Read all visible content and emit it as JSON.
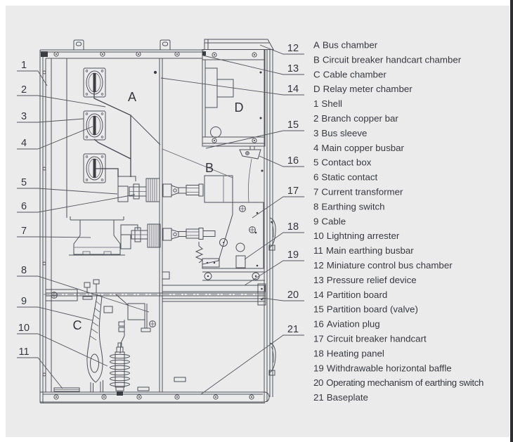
{
  "diagram": {
    "title_hint": "Switchgear cabinet cutaway diagram",
    "chambers": {
      "bus": "A",
      "breaker": "B",
      "cable": "C",
      "relay": "D"
    },
    "callouts_left": [
      "1",
      "2",
      "3",
      "4",
      "5",
      "6",
      "7",
      "8",
      "9",
      "10",
      "11"
    ],
    "callouts_right": [
      "12",
      "13",
      "14",
      "15",
      "16",
      "17",
      "18",
      "19",
      "20",
      "21"
    ]
  },
  "legend": {
    "items": [
      {
        "code": "A",
        "label": "Bus chamber"
      },
      {
        "code": "B",
        "label": "Circuit breaker handcart chamber"
      },
      {
        "code": "C",
        "label": "Cable chamber"
      },
      {
        "code": "D",
        "label": "Relay meter chamber"
      },
      {
        "code": "1",
        "label": "Shell"
      },
      {
        "code": "2",
        "label": "Branch copper bar"
      },
      {
        "code": "3",
        "label": "Bus sleeve"
      },
      {
        "code": "4",
        "label": "Main copper busbar"
      },
      {
        "code": "5",
        "label": "Contact box"
      },
      {
        "code": "6",
        "label": "Static contact"
      },
      {
        "code": "7",
        "label": "Current transformer"
      },
      {
        "code": "8",
        "label": "Earthing switch"
      },
      {
        "code": "9",
        "label": "Cable"
      },
      {
        "code": "10",
        "label": "Lightning arrester"
      },
      {
        "code": "11",
        "label": "Main earthing busbar"
      },
      {
        "code": "12",
        "label": "Miniature control bus chamber"
      },
      {
        "code": "13",
        "label": "Pressure relief device"
      },
      {
        "code": "14",
        "label": "Partition board"
      },
      {
        "code": "15",
        "label": "Partition board (valve)"
      },
      {
        "code": "16",
        "label": "Aviation plug"
      },
      {
        "code": "17",
        "label": "Circuit breaker handcart"
      },
      {
        "code": "18",
        "label": "Heating panel"
      },
      {
        "code": "19",
        "label": "Withdrawable horizontal baffle"
      },
      {
        "code": "20",
        "label": "Operating mechanism of earthing switch"
      },
      {
        "code": "21",
        "label": "Baseplate"
      }
    ]
  },
  "colors": {
    "background": "#ebebec",
    "line": "#4f5056",
    "text": "#38393d",
    "edge_strip": "#2e2e31"
  }
}
